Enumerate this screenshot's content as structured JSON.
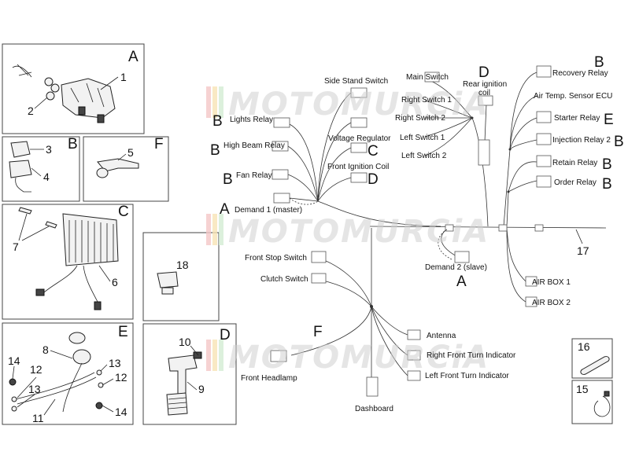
{
  "watermark": "MOTOMURCiA",
  "panels": {
    "A": {
      "letter": "A",
      "parts": [
        "1",
        "2"
      ]
    },
    "B": {
      "letter": "B",
      "parts": [
        "3",
        "4"
      ]
    },
    "F": {
      "letter": "F",
      "parts": [
        "5"
      ]
    },
    "C": {
      "letter": "C",
      "parts": [
        "7",
        "6"
      ]
    },
    "P18": {
      "parts": [
        "18"
      ]
    },
    "D": {
      "letter": "D",
      "parts": [
        "10",
        "9"
      ]
    },
    "E": {
      "letter": "E",
      "parts": [
        "8",
        "14",
        "12",
        "13",
        "11",
        "13",
        "12",
        "14"
      ]
    },
    "P16": {
      "parts": [
        "16"
      ]
    },
    "P15": {
      "parts": [
        "15"
      ]
    }
  },
  "harness_number": "17",
  "labels": {
    "side_stand_switch": "Side Stand Switch",
    "main_switch": "Main Switch",
    "rear_ignition_coil": "Rear ignition coil",
    "recovery_relay": "Recovery Relay",
    "air_temp_sensor": "Air Temp. Sensor ECU",
    "starter_relay": "Starter Relay",
    "injection_relay_2": "Injection Relay 2",
    "retain_relay": "Retain Relay",
    "order_relay": "Order Relay",
    "lights_relay": "Lights Relay",
    "right_switch_1": "Right Switch 1",
    "right_switch_2": "Right Switch 2",
    "left_switch_1": "Left Switch 1",
    "left_switch_2": "Left Switch 2",
    "high_beam_relay": "High Beam Relay",
    "voltage_regulator": "Voltage Regulator",
    "front_ignition_coil": "Front Ignition Coil",
    "fan_relay": "Fan Relay",
    "demand_master": "Demand 1 (master)",
    "demand_slave": "Demand 2 (slave)",
    "front_stop_switch": "Front Stop Switch",
    "clutch_switch": "Clutch Switch",
    "air_box_1": "AIR BOX 1",
    "air_box_2": "AIR BOX 2",
    "antenna": "Antenna",
    "right_front_turn": "Right Front Turn Indicator",
    "left_front_turn": "Left Front Turn Indicator",
    "front_headlamp": "Front Headlamp",
    "dashboard": "Dashboard"
  },
  "letters": {
    "d_coil": "D",
    "b_recovery": "B",
    "e_starter": "E",
    "b_injection": "B",
    "b_retain": "B",
    "b_order": "B",
    "b_lights": "B",
    "b_highbeam": "B",
    "c_voltage": "C",
    "d_front_coil": "D",
    "b_fan": "B",
    "a_master": "A",
    "a_slave": "A",
    "f_front": "F"
  }
}
